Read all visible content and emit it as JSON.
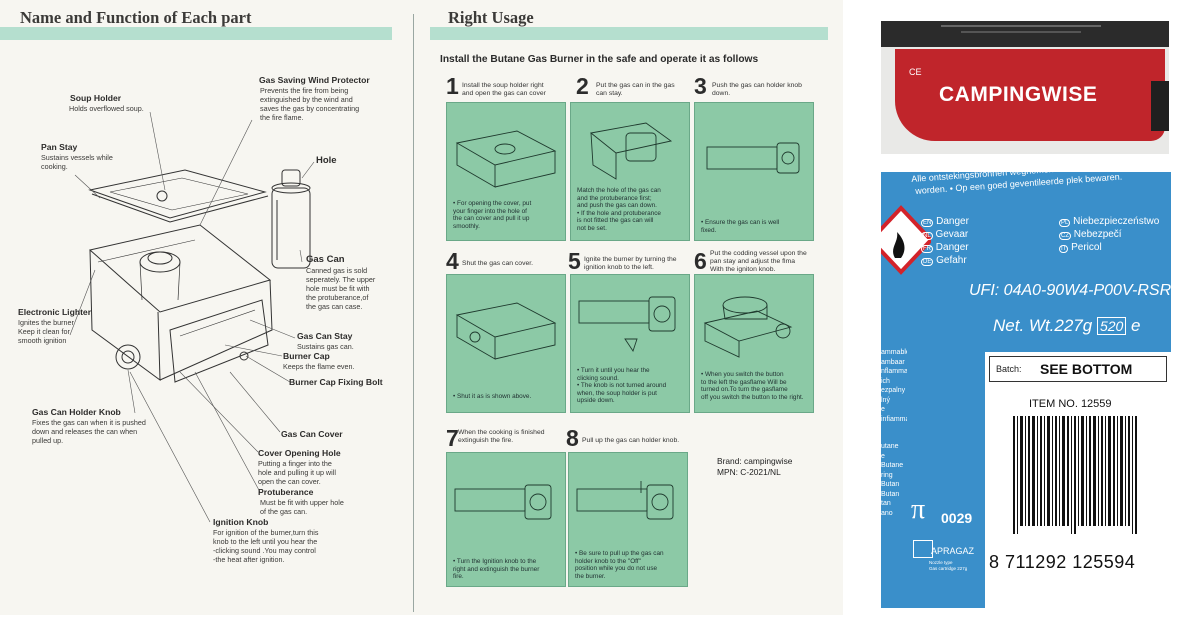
{
  "left": {
    "header": "Name and Function of Each part",
    "parts": [
      {
        "label": "Soup Holder",
        "desc": "Holds overflowed soup."
      },
      {
        "label": "Pan Stay",
        "desc": "Sustains vessels while\ncooking."
      },
      {
        "label": "Gas Saving Wind Protector",
        "desc": "Prevents the fire from being\nextinguished by the wind and\nsaves the gas by concentrating\nthe fire flame."
      },
      {
        "label": "Hole",
        "desc": ""
      },
      {
        "label": "Gas Can",
        "desc": "Canned gas is sold\nseperately. The upper\nhole must be fit with\nthe protuberance,of\nthe gas can case."
      },
      {
        "label": "Electronic Lighter",
        "desc": "Ignites the burner\nKeep it clean for\nsmooth ignition"
      },
      {
        "label": "Gas Can Stay",
        "desc": "Sustains gas can."
      },
      {
        "label": "Burner Cap",
        "desc": "Keeps the flame even."
      },
      {
        "label": "Burner Cap Fixing Bolt",
        "desc": ""
      },
      {
        "label": "Gas Can Holder Knob",
        "desc": "Fixes the gas can when it is pushed\ndown and releases the can when\npulled up."
      },
      {
        "label": "Gas Can Cover",
        "desc": ""
      },
      {
        "label": "Cover Opening Hole",
        "desc": "Putting a finger into the\nhole and pulling it up will\nopen the can cover."
      },
      {
        "label": "Protuberance",
        "desc": "Must be fit with upper hole\nof the gas can."
      },
      {
        "label": "Ignition Knob",
        "desc": "For ignition of the burner,turn this\nknob to the left until you hear the\n-clicking sound .You may control\n-the heat after ignition."
      }
    ]
  },
  "right": {
    "header": "Right Usage",
    "install_title": "Install the Butane Gas Burner in the safe and operate it as follows",
    "steps": [
      {
        "num": "1",
        "title": "Install the soup holder right\nand open the gas can cover",
        "note": "• For opening the cover, put\nyour finger into the hole of\nthe can cover and pull it up\nsmoothly."
      },
      {
        "num": "2",
        "title": "Put the gas can in the gas\ncan stay.",
        "note": "Match the hole of the gas can\nand the protuberance first;\nand push the gas can down.\n• If the hole and protuberance\nis not fitted the gas can will\nnot be set."
      },
      {
        "num": "3",
        "title": "Push the gas can holder knob\ndown.",
        "note": "• Ensure the gas can is well\nfixed."
      },
      {
        "num": "4",
        "title": "Shut the gas can cover.",
        "note": "• Shut it as is shown above."
      },
      {
        "num": "5",
        "title": "Ignite the burner by turning the\nignition knob to the left.",
        "note": "• Turn it until you hear the\nclicking sound.\n• The knob is not turned around\nwhen, the soup holder is put\nupside down."
      },
      {
        "num": "6",
        "title": "Put the codding vessel upon the\npan stay and adjust the flma\nWith the igniton knob.",
        "note": "• When you switch the button\nto the left the gasflame Will be\nturned on.To turn the gasflame\noff you switch the button to the right."
      },
      {
        "num": "7",
        "title": "When the cooking is finished\nextinguish the fire.",
        "note": "• Turn the Ignition knob to the\nright and extinguish the burner\nfire."
      },
      {
        "num": "8",
        "title": "Pull up the gas can holder knob.",
        "note": "• Be sure to pull up the gas can\nholder knob to the \"Off\"\nposition while you do not use\nthe burner."
      }
    ],
    "brand_line": "Brand: campingwise",
    "mpn_line": "MPN: C-2021/NL"
  },
  "photo1": {
    "ce_mark": "CE",
    "brand": "CAMPINGWISE"
  },
  "photo2": {
    "top_text_1": "Alle ontstekingsbronnen weghemen als dat veilig gedaan kan",
    "top_text_2": "worden. • Op een goed geventileerde plek bewaren.",
    "dangers": [
      {
        "code": "EN",
        "word": "Danger"
      },
      {
        "code": "NL",
        "word": "Gevaar"
      },
      {
        "code": "FR",
        "word": "Danger"
      },
      {
        "code": "DE",
        "word": "Gefahr"
      }
    ],
    "dangers2": [
      {
        "code": "PL",
        "word": "Niebezpieczeństwo"
      },
      {
        "code": "CZ",
        "word": "Nebezpečí"
      },
      {
        "code": "IT",
        "word": "Pericol"
      }
    ],
    "ufi": "UFI: 04A0-90W4-P00V-RSRM",
    "net": "Net. Wt.227g",
    "box_num": "520",
    "estimated": "e",
    "batch_label": "Batch:",
    "batch_value": "SEE BOTTOM",
    "item_no": "ITEM NO. 12559",
    "barcode_digits": "8 711292 125594",
    "pi_code": "0029",
    "apragaz": "APRAGAZ",
    "small_1": "Nozzle type",
    "small_2": "Gas cartridge 227g",
    "side_words": [
      "ammable",
      "ambaar",
      "nflammable",
      "ich",
      "ezpalny",
      "lný",
      "e infiammabile",
      "utane",
      "e Butane",
      "ring Butan",
      "Butan",
      "tan",
      "ano"
    ]
  },
  "colors": {
    "teal_band": "#b5dfcf",
    "panel_green": "#8cc9a6",
    "can_blue": "#3a8fca",
    "stove_red": "#c0252b"
  }
}
